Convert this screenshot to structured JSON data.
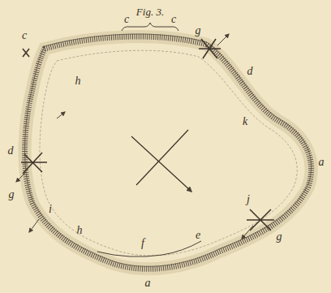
{
  "diagram": {
    "labels": [
      "Fig. 3.",
      "c",
      "c",
      "c",
      "g",
      "d",
      "h",
      "k",
      "d",
      "a",
      "g",
      "i",
      "j",
      "g",
      "h",
      "f",
      "e",
      "a"
    ]
  }
}
